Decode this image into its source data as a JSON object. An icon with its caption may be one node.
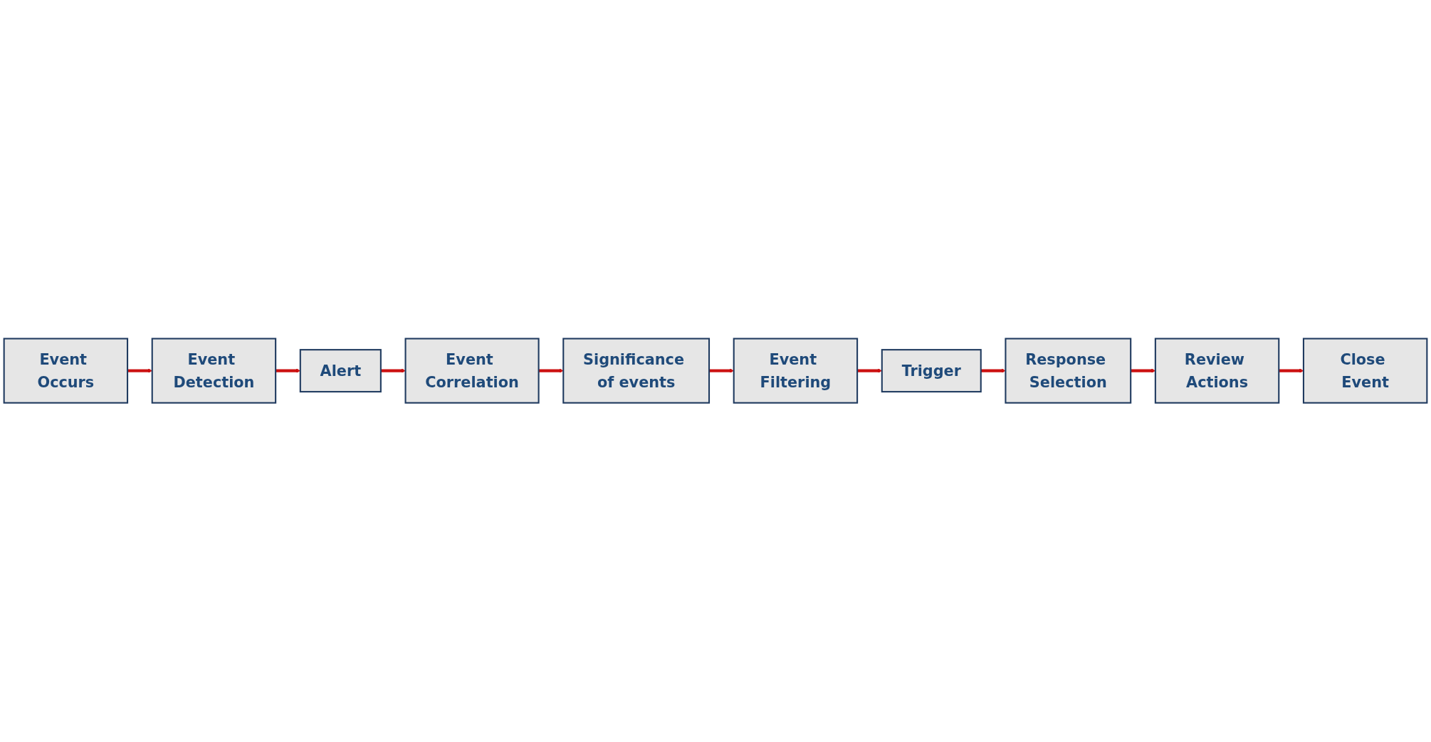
{
  "diagram": {
    "nodes": [
      {
        "text": [
          "Event Occurs"
        ]
      },
      {
        "text": [
          "Event Detection"
        ]
      },
      {
        "text": [
          "Alert"
        ]
      },
      {
        "text": [
          "Event Filtering"
        ]
      },
      {
        "text": [
          "Significance of events"
        ]
      },
      {
        "text": [
          "Event Correlation"
        ]
      },
      {
        "text": [
          "Trigger"
        ]
      },
      {
        "text": [
          "Response Selection"
        ]
      },
      {
        "text": [
          "Review Actions"
        ]
      },
      {
        "text": [
          "Close Event"
        ]
      }
    ],
    "edges": [
      {
        "from": 0,
        "to": 1,
        "arrow": "to"
      },
      {
        "from": 1,
        "to": 2,
        "arrow": "to"
      },
      {
        "from": 2,
        "to": 5,
        "arrow": "to"
      },
      {
        "from": 5,
        "to": 4,
        "arrow": "to"
      },
      {
        "from": 4,
        "to": 3,
        "arrow": "to"
      },
      {
        "from": 3,
        "to": 6,
        "arrow": "to"
      },
      {
        "from": 6,
        "to": 7,
        "arrow": "to"
      },
      {
        "from": 7,
        "to": 8,
        "arrow": "to"
      },
      {
        "from": 8,
        "to": 9,
        "arrow": "to"
      }
    ]
  }
}
